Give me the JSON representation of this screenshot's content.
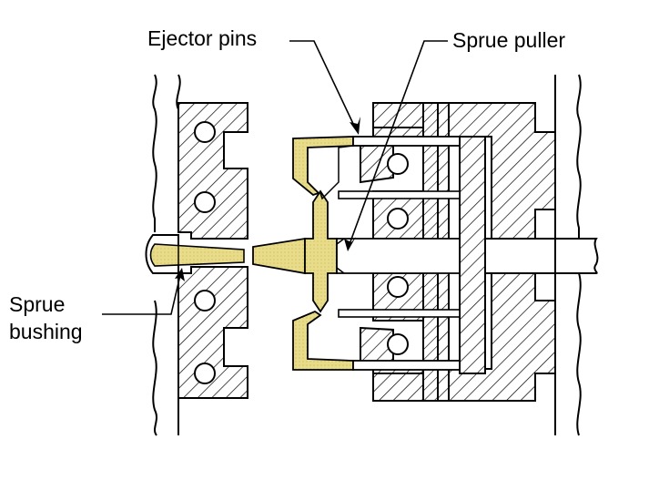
{
  "labels": {
    "ejector_pins": "Ejector pins",
    "sprue_puller": "Sprue puller",
    "sprue_line1": "Sprue",
    "sprue_line2": "bushing"
  },
  "colors": {
    "plastic": "#e8dc8a",
    "plastic_dots": "#c9b652",
    "outline": "#000000",
    "hatch": "#000000",
    "background": "#ffffff"
  }
}
